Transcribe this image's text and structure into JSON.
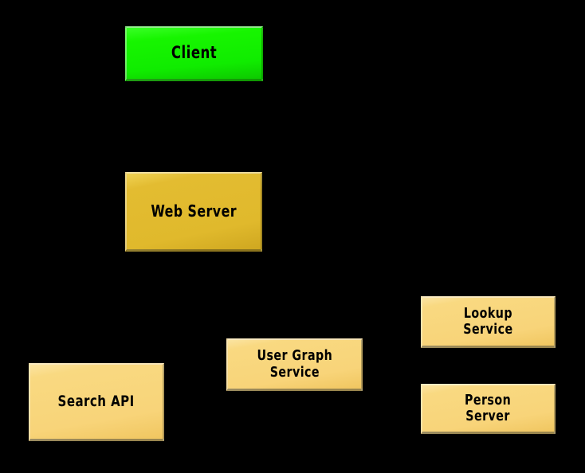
{
  "diagram": {
    "background_color": "#000000",
    "text_color": "#000000",
    "nodes": [
      {
        "id": "client",
        "label": "Client",
        "shape": "rectangle",
        "fill": "#17f500",
        "fill_name": "green"
      },
      {
        "id": "web-server",
        "label": "Web Server",
        "shape": "rectangle",
        "fill": "#e0b92c",
        "fill_name": "dark-gold"
      },
      {
        "id": "search-api",
        "label": "Search API",
        "shape": "rectangle",
        "fill": "#f8d479",
        "fill_name": "light-gold"
      },
      {
        "id": "user-graph-service",
        "label": "User Graph\nService",
        "shape": "rectangle",
        "fill": "#f8d479",
        "fill_name": "light-gold"
      },
      {
        "id": "lookup-service",
        "label": "Lookup\nService",
        "shape": "rectangle",
        "fill": "#f8d479",
        "fill_name": "light-gold"
      },
      {
        "id": "person-server",
        "label": "Person\nServer",
        "shape": "rectangle",
        "fill": "#f8d479",
        "fill_name": "light-gold"
      }
    ]
  }
}
